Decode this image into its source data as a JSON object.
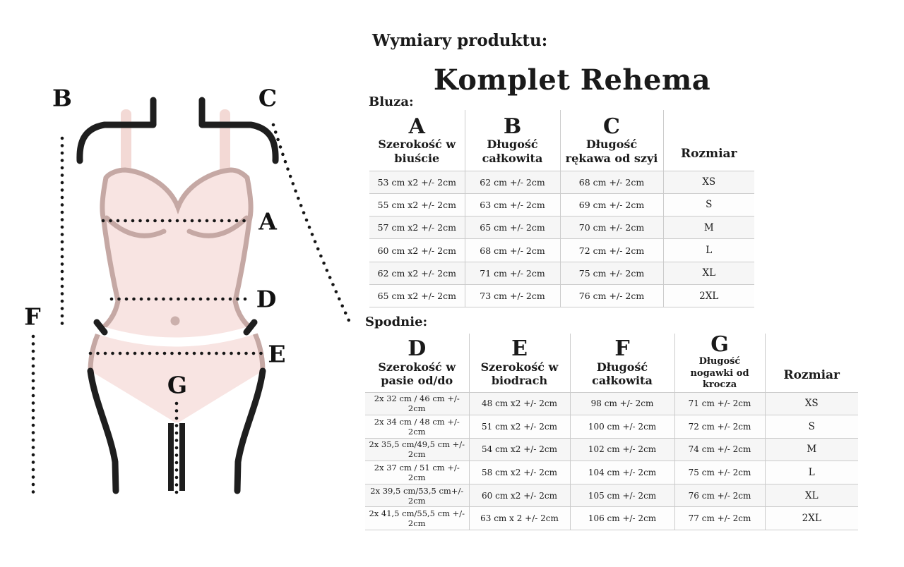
{
  "page": {
    "title": "Wymiary produktu:",
    "product_name": "Komplet Rehema"
  },
  "figure": {
    "description": "garment-measurement-diagram",
    "colors": {
      "body_fill": "#f8e4e2",
      "strap_fill": "#f3d9d5",
      "outline": "#c5a8a4",
      "marks": "#1e1e1e"
    },
    "letters": {
      "a": "A",
      "b": "B",
      "c": "C",
      "d": "D",
      "e": "E",
      "f": "F",
      "g": "G"
    }
  },
  "bluza": {
    "label": "Bluza:",
    "columns": [
      {
        "letter": "A",
        "desc": "Szerokość w biuście"
      },
      {
        "letter": "B",
        "desc": "Długość całkowita"
      },
      {
        "letter": "C",
        "desc": "Długość rękawa od szyi"
      }
    ],
    "size_header": "Rozmiar",
    "rows": [
      [
        "53 cm x2 +/- 2cm",
        "62 cm +/- 2cm",
        "68 cm +/- 2cm",
        "XS"
      ],
      [
        "55 cm x2 +/- 2cm",
        "63 cm +/- 2cm",
        "69 cm +/- 2cm",
        "S"
      ],
      [
        "57 cm x2 +/- 2cm",
        "65 cm +/- 2cm",
        "70 cm +/- 2cm",
        "M"
      ],
      [
        "60 cm x2 +/- 2cm",
        "68 cm +/- 2cm",
        "72 cm +/- 2cm",
        "L"
      ],
      [
        "62 cm x2 +/- 2cm",
        "71 cm +/- 2cm",
        "75 cm +/- 2cm",
        "XL"
      ],
      [
        "65 cm x2 +/- 2cm",
        "73 cm +/- 2cm",
        "76 cm +/- 2cm",
        "2XL"
      ]
    ]
  },
  "spodnie": {
    "label": "Spodnie:",
    "columns": [
      {
        "letter": "D",
        "desc": "Szerokość w pasie od/do"
      },
      {
        "letter": "E",
        "desc": "Szerokość w biodrach"
      },
      {
        "letter": "F",
        "desc": "Długość całkowita"
      },
      {
        "letter": "G",
        "desc": "Długość nogawki od krocza"
      }
    ],
    "size_header": "Rozmiar",
    "rows": [
      [
        "2x 32 cm / 46 cm +/- 2cm",
        "48 cm x2 +/- 2cm",
        "98 cm +/- 2cm",
        "71 cm +/- 2cm",
        "XS"
      ],
      [
        "2x 34 cm / 48 cm +/- 2cm",
        "51 cm x2 +/- 2cm",
        "100 cm +/- 2cm",
        "72 cm +/- 2cm",
        "S"
      ],
      [
        "2x 35,5 cm/49,5 cm +/- 2cm",
        "54 cm x2 +/- 2cm",
        "102 cm +/- 2cm",
        "74 cm +/- 2cm",
        "M"
      ],
      [
        "2x 37 cm / 51 cm +/- 2cm",
        "58 cm x2 +/- 2cm",
        "104 cm +/- 2cm",
        "75 cm +/- 2cm",
        "L"
      ],
      [
        "2x 39,5 cm/53,5 cm+/- 2cm",
        "60 cm x2 +/- 2cm",
        "105 cm +/- 2cm",
        "76 cm +/- 2cm",
        "XL"
      ],
      [
        "2x 41,5 cm/55,5 cm +/- 2cm",
        "63 cm x 2 +/- 2cm",
        "106 cm +/- 2cm",
        "77 cm +/- 2cm",
        "2XL"
      ]
    ]
  }
}
